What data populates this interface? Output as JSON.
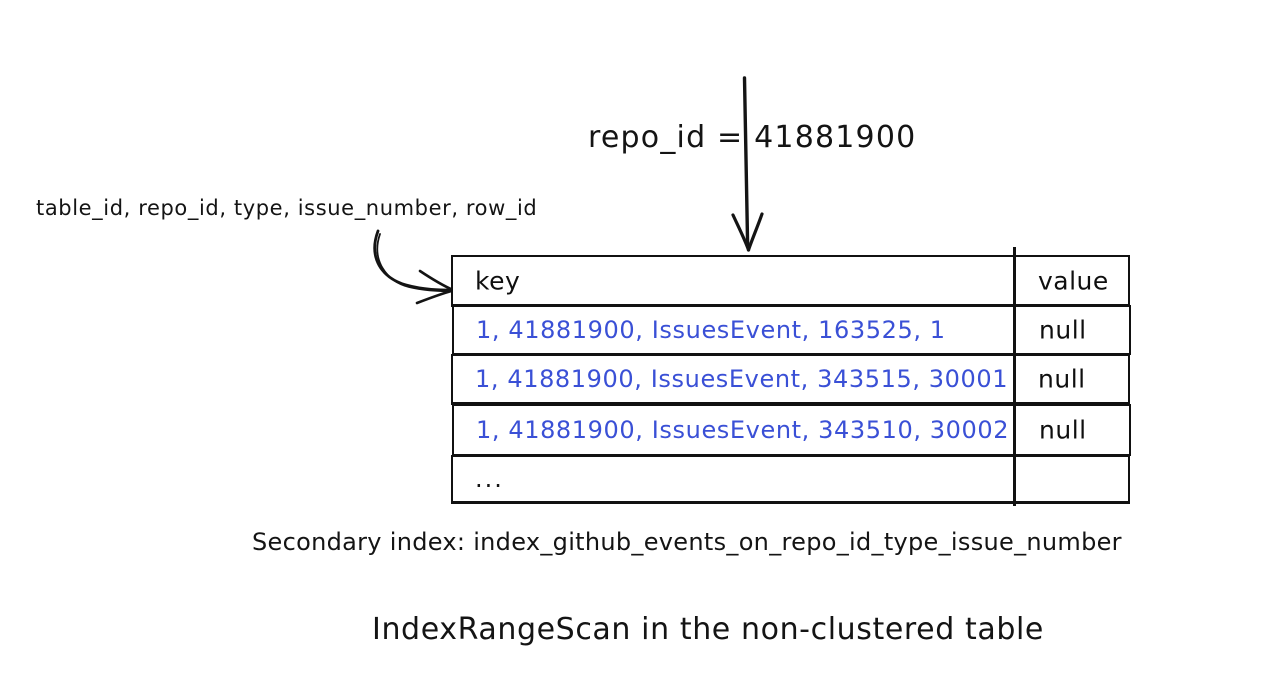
{
  "diagram": {
    "filter_expression": "repo_id = 41881900",
    "index_columns_label": "table_id, repo_id, type, issue_number, row_id",
    "secondary_index_caption": "Secondary index: index_github_events_on_repo_id_type_issue_number",
    "scan_caption": "IndexRangeScan in the non-clustered table",
    "colors": {
      "ink": "#141414",
      "key_text": "#3a50d6",
      "background": "#ffffff"
    }
  },
  "table": {
    "headers": {
      "key": "key",
      "value": "value"
    },
    "rows": [
      {
        "key": "1, 41881900, IssuesEvent, 163525, 1",
        "value": "null"
      },
      {
        "key": "1, 41881900, IssuesEvent, 343515, 30001",
        "value": "null"
      },
      {
        "key": "1, 41881900, IssuesEvent, 343510, 30002",
        "value": "null"
      },
      {
        "key": "...",
        "value": ""
      }
    ]
  },
  "annotations": {
    "down_arrow_name": "repo-id-filter-arrow",
    "curved_arrow_name": "index-columns-pointer-arrow"
  }
}
